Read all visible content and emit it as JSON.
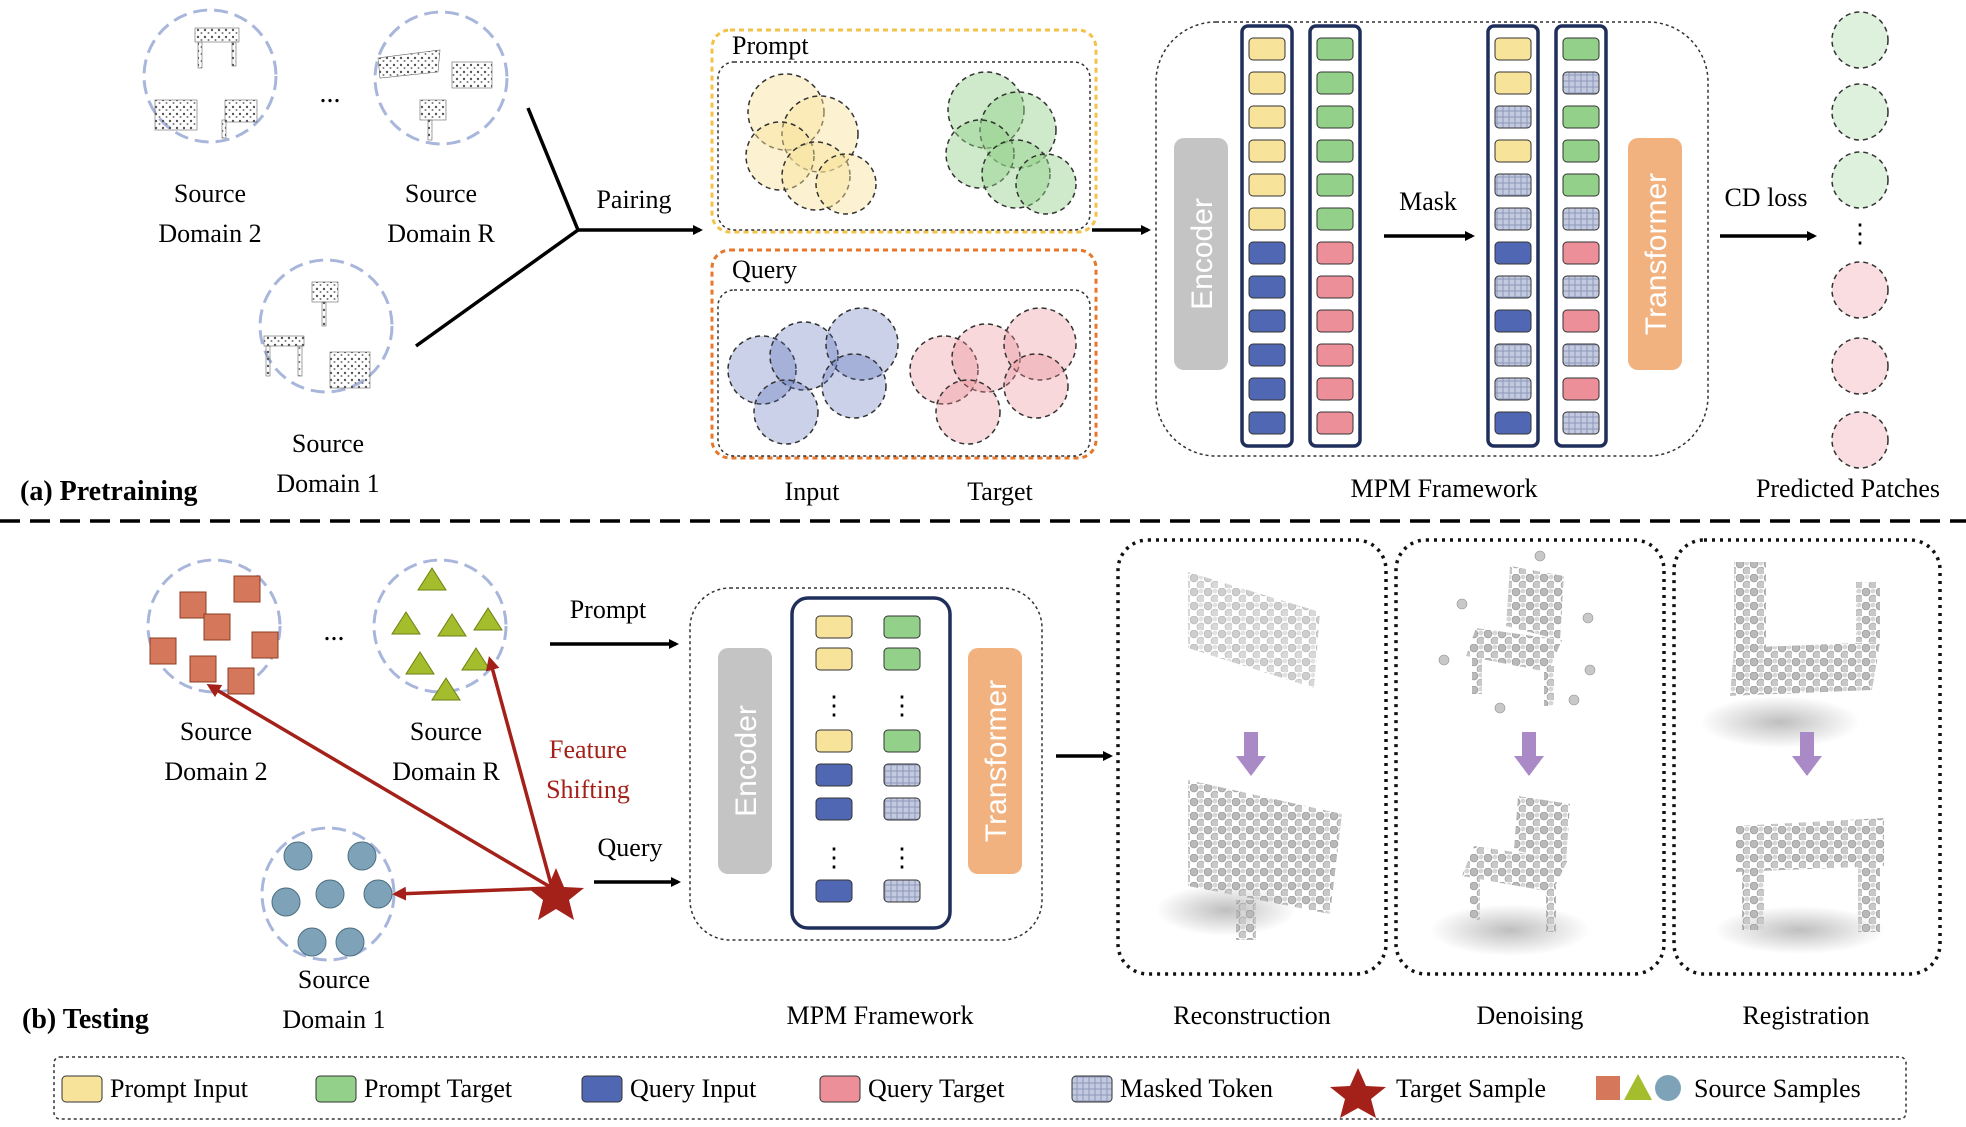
{
  "top": {
    "section_label": "(a) Pretraining",
    "domains": [
      {
        "line1": "Source",
        "line2": "Domain 2"
      },
      {
        "line1": "Source",
        "line2": "Domain R"
      },
      {
        "line1": "Source",
        "line2": "Domain 1"
      }
    ],
    "ellipsis": "...",
    "pairing_label": "Pairing",
    "prompt_label": "Prompt",
    "query_label": "Query",
    "input_label": "Input",
    "target_label": "Target",
    "encoder_label": "Encoder",
    "mask_label": "Mask",
    "transformer_label": "Transformer",
    "framework_label": "MPM Framework",
    "loss_label": "CD loss",
    "predicted_label": "Predicted Patches"
  },
  "bottom": {
    "section_label": "(b) Testing",
    "domains": [
      {
        "line1": "Source",
        "line2": "Domain 2"
      },
      {
        "line1": "Source",
        "line2": "Domain R"
      },
      {
        "line1": "Source",
        "line2": "Domain 1"
      }
    ],
    "ellipsis": "...",
    "feature_shift_line1": "Feature",
    "feature_shift_line2": "Shifting",
    "prompt_label": "Prompt",
    "query_label": "Query",
    "encoder_label": "Encoder",
    "transformer_label": "Transformer",
    "framework_label": "MPM Framework",
    "vdots": "⋮",
    "tasks": [
      "Reconstruction",
      "Denoising",
      "Registration"
    ]
  },
  "legend": {
    "items": [
      "Prompt Input",
      "Prompt Target",
      "Query Input",
      "Query Target",
      "Masked Token",
      "Target Sample",
      "Source Samples"
    ]
  },
  "colors": {
    "prompt_input": "#f8e39a",
    "prompt_target": "#93d18a",
    "query_input": "#5068b4",
    "query_target": "#ec8f99",
    "masked": "#b8c0d8",
    "encoder": "#c4c4c4",
    "transformer": "#f2b27f",
    "column_border": "#1f2e5a",
    "prompt_box": "#f2c24a",
    "query_box": "#e7772c",
    "domain_circle": "#a9b6dc",
    "square": "#d4775a",
    "triangle": "#a4bd2c",
    "dot": "#7ea3b9",
    "star": "#a4211a",
    "shift_arrow": "#a4211a",
    "down_arrow": "#a98ac7"
  }
}
